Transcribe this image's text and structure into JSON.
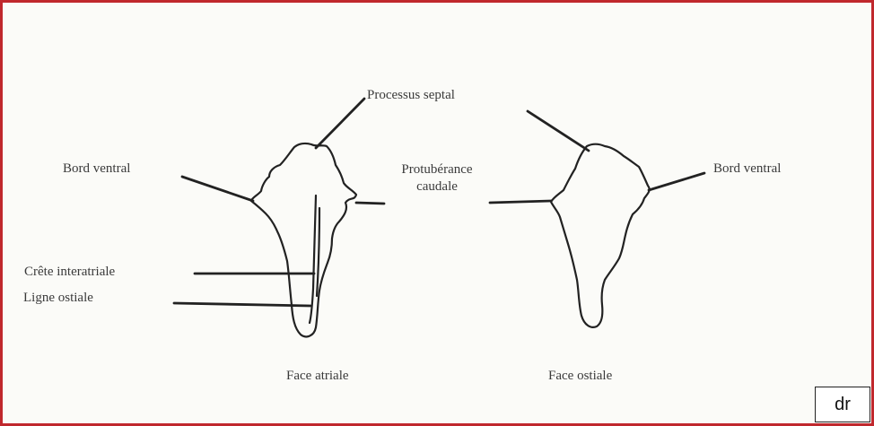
{
  "labels": {
    "processus_septal": "Processus septal",
    "bord_ventral_left": "Bord ventral",
    "bord_ventral_right": "Bord ventral",
    "protuberance_line1": "Protubérance",
    "protuberance_line2": "caudale",
    "crete_interatriale": "Crête interatriale",
    "ligne_ostiale": "Ligne ostiale",
    "face_atriale": "Face atriale",
    "face_ostiale": "Face ostiale"
  },
  "badge": "dr",
  "colors": {
    "border": "#c0282d",
    "ink": "#222222",
    "text": "#3a3a3a"
  }
}
